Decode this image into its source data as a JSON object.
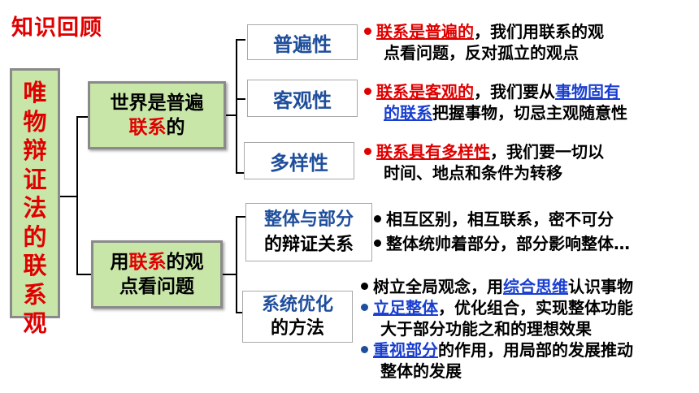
{
  "title": "知识回顾",
  "root": "唯物辩证法的联系观",
  "branch1": {
    "line1": "世界是普遍",
    "line2_red": "联系",
    "line2_rest": "的"
  },
  "branch2": {
    "pre": "用",
    "red": "联系",
    "post": "的观",
    "line2": "点看问题"
  },
  "props": {
    "p1": "普遍性",
    "p2": "客观性",
    "p3": "多样性"
  },
  "method1": {
    "line1": "整体与部分",
    "line2": "的辩证关系"
  },
  "method2": {
    "line1": "系统优化",
    "line2": "的方法"
  },
  "desc1": {
    "u": "联系是普遍的",
    "rest1": "，我们用联系的观",
    "line2": "点看问题，反对孤立的观点"
  },
  "desc2": {
    "u": "联系是客观的",
    "mid": "，我们要从",
    "u2a": "事物固有",
    "u2b": "的联系",
    "rest": "把握事物，切忌主观随意性"
  },
  "desc3": {
    "u": "联系具有多样性",
    "rest1": "，我们要一切以",
    "line2": "时间、地点和条件为转移"
  },
  "whole": {
    "b1": "相互区别，相互联系，密不可分",
    "b2": "整体统帅着部分，部分影响整体…"
  },
  "system": {
    "b1_pre": "树立全局观念，用",
    "b1_u": "综合思维",
    "b1_post": "认识事物",
    "b2_u": "立足整体",
    "b2_post": "，优化组合，实现整体功能",
    "b2_line2": "大于部分功能之和的理想效果",
    "b3_u": "重视部分",
    "b3_post": "的作用，用局部的发展推动",
    "b3_line2": "整体的发展"
  },
  "colors": {
    "red": "#e00000",
    "green_fill": "#c8e6a8",
    "blue_text": "#1f4e9c",
    "link_blue": "#1a3fd0"
  }
}
